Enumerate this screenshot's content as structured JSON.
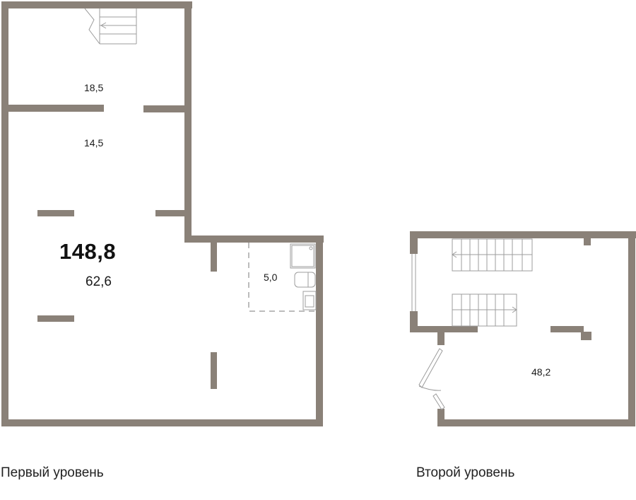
{
  "total_area": "148,8",
  "rooms": {
    "r1": "18,5",
    "r2": "14,5",
    "r3": "62,6",
    "r4": "5,0",
    "r5": "48,2"
  },
  "levels": {
    "first": "Первый уровень",
    "second": "Второй уровень"
  },
  "colors": {
    "wall": "#8a8178",
    "fixture": "#9c9c9c"
  }
}
